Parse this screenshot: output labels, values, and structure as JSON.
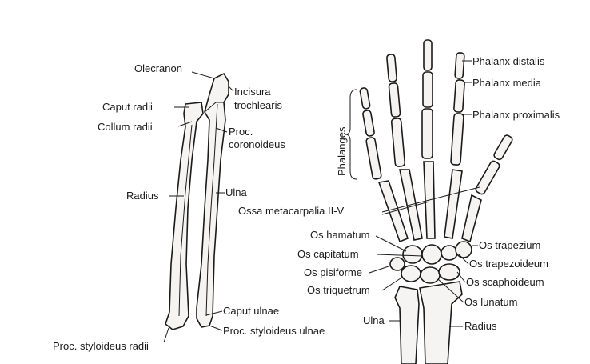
{
  "forearm_labels": {
    "olecranon": "Olecranon",
    "incisura": "Incisura",
    "trochlearis": "trochlearis",
    "caput_radii": "Caput radii",
    "collum_radii": "Collum radii",
    "proc": "Proc.",
    "coronoideus": "coronoideus",
    "radius": "Radius",
    "ulna": "Ulna",
    "caput_ulnae": "Caput ulnae",
    "proc_styloideus_ulnae": "Proc. styloideus ulnae",
    "proc_styloideus_radii": "Proc. styloideus radii"
  },
  "hand_labels": {
    "phalanx_distalis": "Phalanx distalis",
    "phalanx_media": "Phalanx media",
    "phalanx_proximalis": "Phalanx proximalis",
    "phalanges": "Phalanges",
    "ossa_metacarpalia": "Ossa metacarpalia II-V",
    "os_hamatum": "Os hamatum",
    "os_capitatum": "Os capitatum",
    "os_pisiforme": "Os pisiforme",
    "os_triquetrum": "Os triquetrum",
    "ulna": "Ulna",
    "os_trapezium": "Os trapezium",
    "os_trapezoideum": "Os trapezoideum",
    "os_scaphoideum": "Os scaphoideum",
    "os_lunatum": "Os lunatum",
    "radius": "Radius"
  }
}
